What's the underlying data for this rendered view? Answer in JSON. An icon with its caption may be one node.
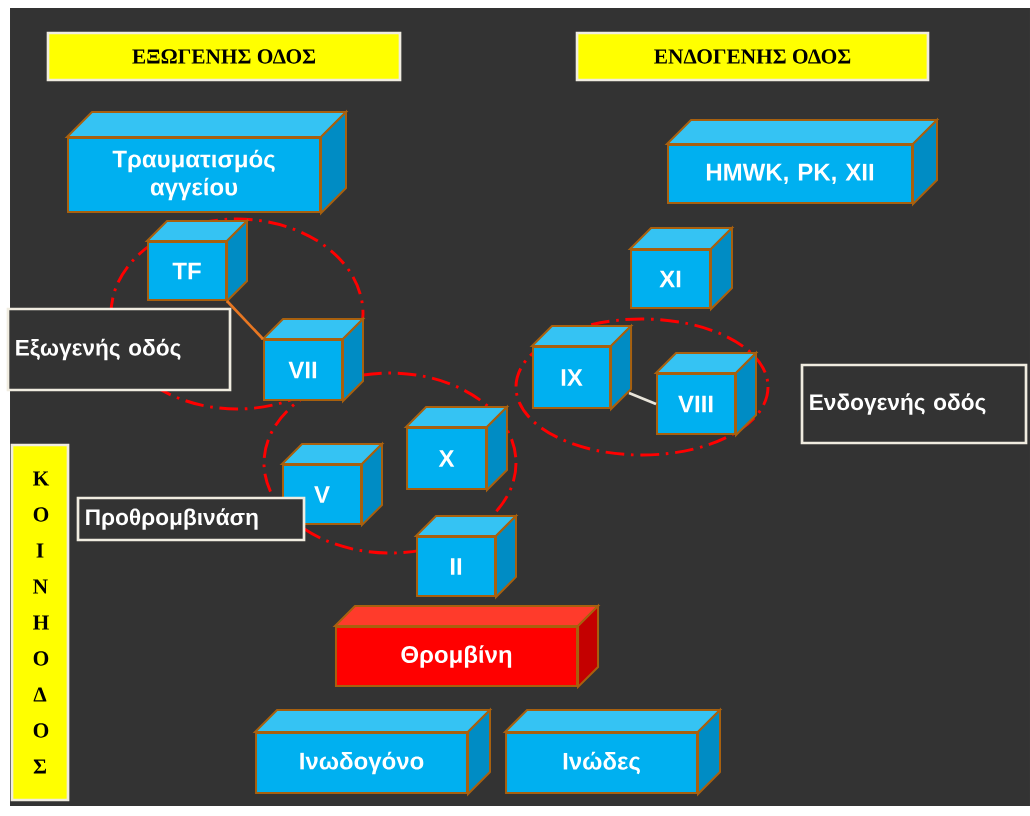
{
  "diagram": {
    "nodes": [
      {
        "text": [
          "ΕΞΩΓΕΝΗΣ ΟΔΟΣ"
        ]
      },
      {
        "text": [
          "ΕΝΔΟΓΕΝΗΣ ΟΔΟΣ"
        ]
      },
      {
        "text": [
          "Τραυματισμός αγγείου"
        ]
      },
      {
        "text": [
          "HMWK, PK, XII"
        ]
      },
      {
        "text": [
          "TF"
        ]
      },
      {
        "text": [
          "XI"
        ]
      },
      {
        "text": [
          "Εξωγενής οδός"
        ]
      },
      {
        "text": [
          "VII"
        ]
      },
      {
        "text": [
          "IX"
        ]
      },
      {
        "text": [
          "VIII"
        ]
      },
      {
        "text": [
          "Ενδογενής οδός"
        ]
      },
      {
        "text": [
          "X"
        ]
      },
      {
        "text": [
          "Κ Ο Ι Ν Η Ο Δ Ο Σ"
        ]
      },
      {
        "text": [
          "V"
        ]
      },
      {
        "text": [
          "Προθρομβινάση"
        ]
      },
      {
        "text": [
          "II"
        ]
      },
      {
        "text": [
          "Θρομβίνη"
        ]
      },
      {
        "text": [
          "Ινωδογόνο"
        ]
      },
      {
        "text": [
          "Ινώδες"
        ]
      }
    ],
    "edges": [
      {
        "from": 4,
        "to": 7,
        "arrow": "none",
        "color": "#e87722"
      },
      {
        "from": 8,
        "to": 9,
        "arrow": "none",
        "color": "#e8e4da"
      }
    ]
  }
}
